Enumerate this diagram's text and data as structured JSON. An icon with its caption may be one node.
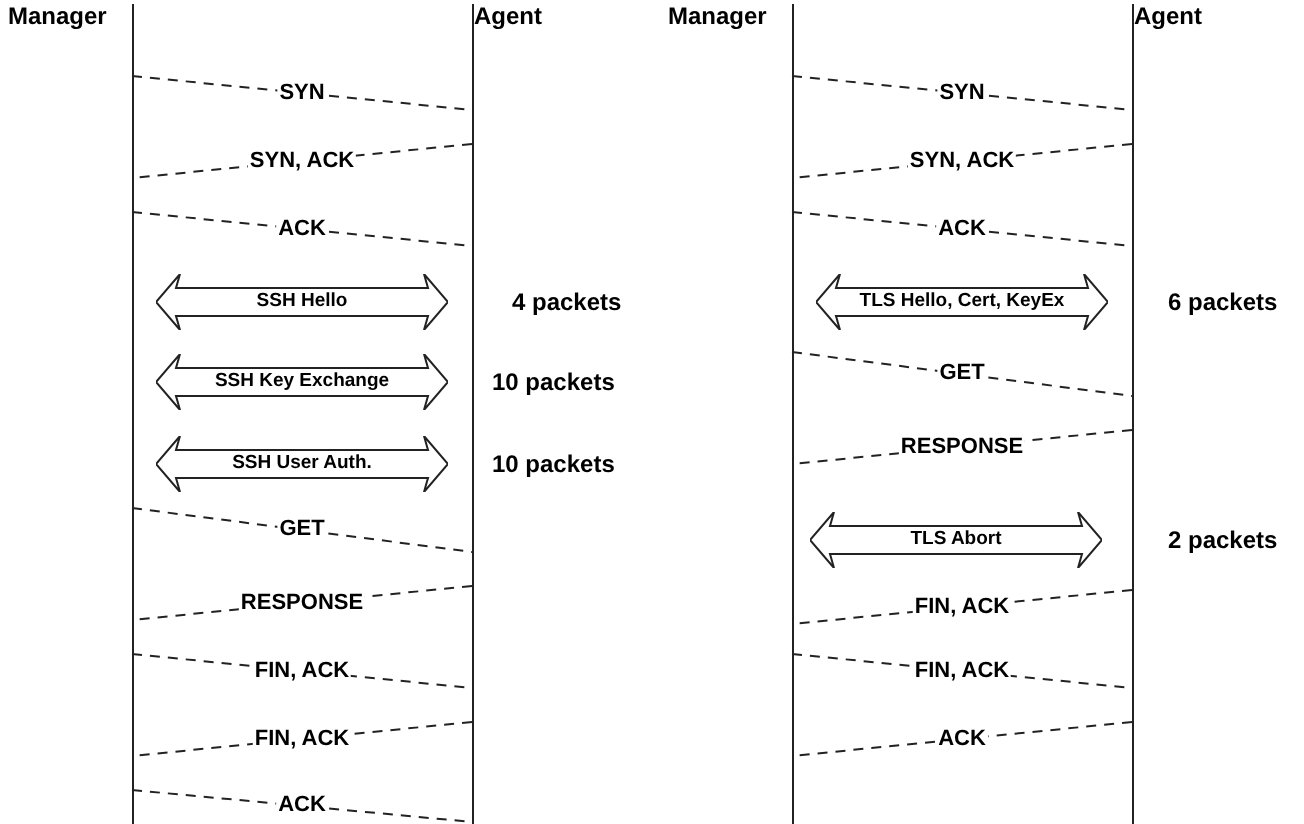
{
  "diagram": {
    "nodes": [
      {
        "text": [
          "Manager"
        ]
      },
      {
        "text": [
          "Agent"
        ]
      },
      {
        "text": [
          "SSH Hello"
        ]
      },
      {
        "text": [
          "SSH Key Exchange"
        ]
      },
      {
        "text": [
          "SSH User Auth."
        ]
      },
      {
        "text": [
          "Manager"
        ]
      },
      {
        "text": [
          "Agent"
        ]
      },
      {
        "text": [
          "TLS Hello, Cert, KeyEx"
        ]
      },
      {
        "text": [
          "TLS Abort"
        ]
      }
    ],
    "labels": [
      "4 packets",
      "6 packets",
      "10 packets",
      "10 packets",
      "2 packets"
    ],
    "edges": [
      {
        "from": 0,
        "to": 1,
        "arrow": "none",
        "style": "dashed",
        "label": "SYN"
      },
      {
        "from": 1,
        "to": 0,
        "arrow": "none",
        "style": "dashed",
        "label": "SYN, ACK"
      },
      {
        "from": 0,
        "to": 1,
        "arrow": "none",
        "style": "dashed",
        "label": "ACK"
      },
      {
        "from": 0,
        "to": 1,
        "arrow": "none",
        "style": "dashed",
        "label": "GET"
      },
      {
        "from": 1,
        "to": 0,
        "arrow": "none",
        "style": "dashed",
        "label": "RESPONSE"
      },
      {
        "from": 0,
        "to": 1,
        "arrow": "none",
        "style": "dashed",
        "label": "FIN, ACK"
      },
      {
        "from": 1,
        "to": 0,
        "arrow": "none",
        "style": "dashed",
        "label": "FIN, ACK"
      },
      {
        "from": 0,
        "to": 1,
        "arrow": "none",
        "style": "dashed",
        "label": "ACK"
      },
      {
        "from": 5,
        "to": 6,
        "arrow": "none",
        "style": "dashed",
        "label": "SYN"
      },
      {
        "from": 6,
        "to": 5,
        "arrow": "none",
        "style": "dashed",
        "label": "SYN, ACK"
      },
      {
        "from": 5,
        "to": 6,
        "arrow": "none",
        "style": "dashed",
        "label": "ACK"
      },
      {
        "from": 5,
        "to": 6,
        "arrow": "none",
        "style": "dashed",
        "label": "GET"
      },
      {
        "from": 6,
        "to": 5,
        "arrow": "none",
        "style": "dashed",
        "label": "RESPONSE"
      },
      {
        "from": 6,
        "to": 5,
        "arrow": "none",
        "style": "dashed",
        "label": "FIN, ACK"
      },
      {
        "from": 5,
        "to": 6,
        "arrow": "none",
        "style": "dashed",
        "label": "FIN, ACK"
      },
      {
        "from": 6,
        "to": 5,
        "arrow": "none",
        "style": "dashed",
        "label": "ACK"
      }
    ]
  }
}
